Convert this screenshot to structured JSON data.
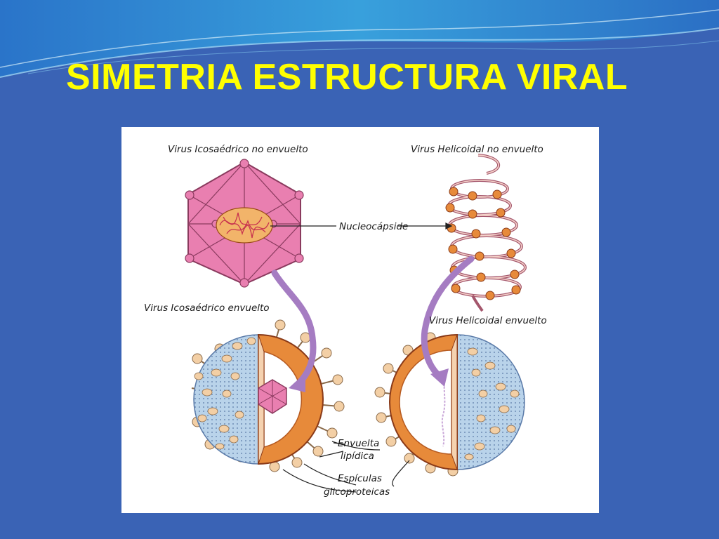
{
  "slide": {
    "title": "SIMETRIA ESTRUCTURA VIRAL"
  },
  "diagram": {
    "labels": {
      "icosahedral_naked": "Virus Icosaédrico no envuelto",
      "helical_naked": "Virus Helicoidal no envuelto",
      "nucleocapsid": "Nucleocápside",
      "icosahedral_enveloped": "Virus Icosaédrico envuelto",
      "helical_enveloped": "Virus Helicoidal envuelto",
      "lipid_envelope_line1": "Envuelta",
      "lipid_envelope_line2": "lipídica",
      "spikes_line1": "Espículas",
      "spikes_line2": "glicoproteicas"
    }
  },
  "colors": {
    "background": "#3a63b5",
    "title": "#ffff00",
    "capsid": "#e97fb0",
    "envelope": "#b9d3ea",
    "orange": "#e78a3a",
    "arrow": "#a57cc2"
  }
}
